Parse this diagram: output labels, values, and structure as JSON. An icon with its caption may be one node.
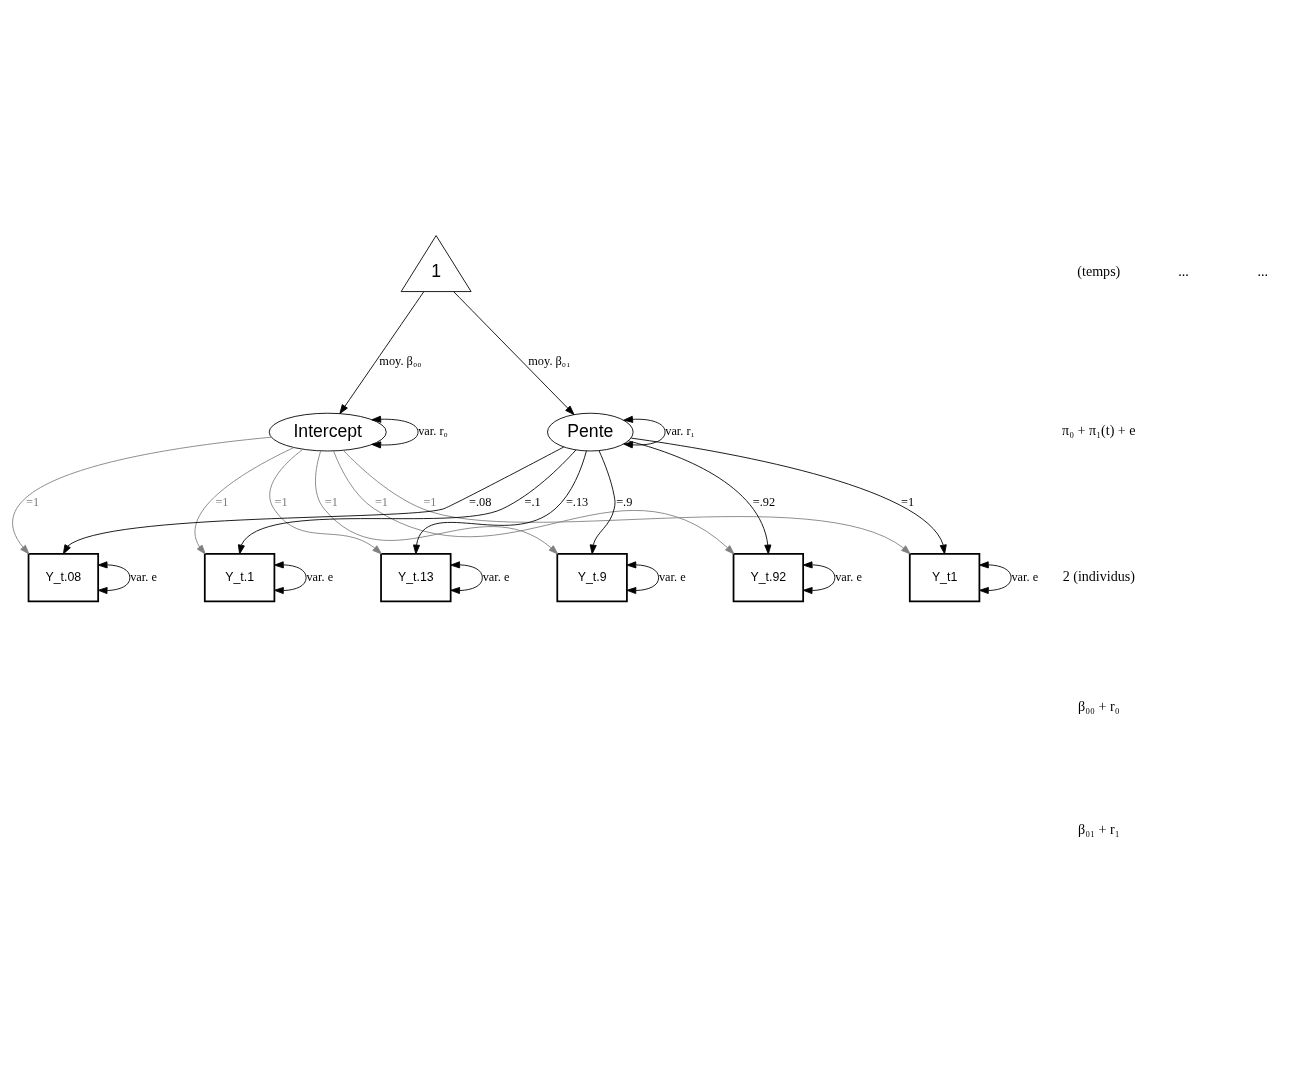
{
  "diagram": {
    "nodes": [
      {
        "text": [
          "1"
        ]
      },
      {
        "text": [
          "Intercept"
        ]
      },
      {
        "text": [
          "Pente"
        ]
      },
      {
        "text": [
          "Y_t.08"
        ]
      },
      {
        "text": [
          "Y_t.1"
        ]
      },
      {
        "text": [
          "Y_t.13"
        ]
      },
      {
        "text": [
          "Y_t.9"
        ]
      },
      {
        "text": [
          "Y_t.92"
        ]
      },
      {
        "text": [
          "Y_t1"
        ]
      }
    ],
    "edges": [
      {
        "from": 0,
        "to": 1,
        "arrow": "to",
        "label": "moy. β₀₀"
      },
      {
        "from": 0,
        "to": 2,
        "arrow": "to",
        "label": "moy. β₀₁"
      },
      {
        "from": 1,
        "to": 1,
        "arrow": "both",
        "label": "var. r₀"
      },
      {
        "from": 2,
        "to": 2,
        "arrow": "both",
        "label": "var. r₁"
      },
      {
        "from": 1,
        "to": 3,
        "arrow": "to",
        "label": "=1",
        "color": "#808080"
      },
      {
        "from": 1,
        "to": 4,
        "arrow": "to",
        "label": "=1",
        "color": "#808080"
      },
      {
        "from": 1,
        "to": 5,
        "arrow": "to",
        "label": "=1",
        "color": "#808080"
      },
      {
        "from": 1,
        "to": 6,
        "arrow": "to",
        "label": "=1",
        "color": "#808080"
      },
      {
        "from": 1,
        "to": 7,
        "arrow": "to",
        "label": "=1",
        "color": "#808080"
      },
      {
        "from": 1,
        "to": 8,
        "arrow": "to",
        "label": "=1",
        "color": "#808080"
      },
      {
        "from": 2,
        "to": 3,
        "arrow": "to",
        "label": "=.08"
      },
      {
        "from": 2,
        "to": 4,
        "arrow": "to",
        "label": "=.1"
      },
      {
        "from": 2,
        "to": 5,
        "arrow": "to",
        "label": "=.13"
      },
      {
        "from": 2,
        "to": 6,
        "arrow": "to",
        "label": "=.9"
      },
      {
        "from": 2,
        "to": 7,
        "arrow": "to",
        "label": "=.92"
      },
      {
        "from": 2,
        "to": 8,
        "arrow": "to",
        "label": "=1"
      },
      {
        "from": 3,
        "to": 3,
        "arrow": "both",
        "label": "var. e"
      },
      {
        "from": 4,
        "to": 4,
        "arrow": "both",
        "label": "var. e"
      },
      {
        "from": 5,
        "to": 5,
        "arrow": "both",
        "label": "var. e"
      },
      {
        "from": 6,
        "to": 6,
        "arrow": "both",
        "label": "var. e"
      },
      {
        "from": 7,
        "to": 7,
        "arrow": "both",
        "label": "var. e"
      },
      {
        "from": 8,
        "to": 8,
        "arrow": "both",
        "label": "var. e"
      }
    ],
    "labels": [
      "(temps)",
      "π₀ + π₁(t) + e",
      "2 (individus)",
      "β₀₀ + r₀",
      "β₀₁ + r₁",
      "...",
      "..."
    ]
  }
}
